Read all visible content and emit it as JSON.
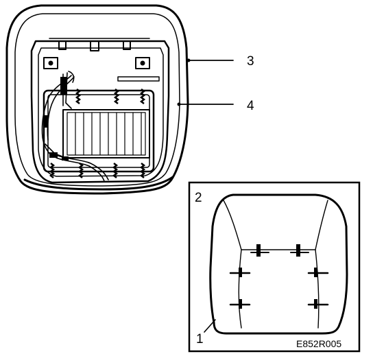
{
  "callouts": {
    "one": "1",
    "two": "2",
    "three": "3",
    "four": "4"
  },
  "figure_code": "E852R005"
}
